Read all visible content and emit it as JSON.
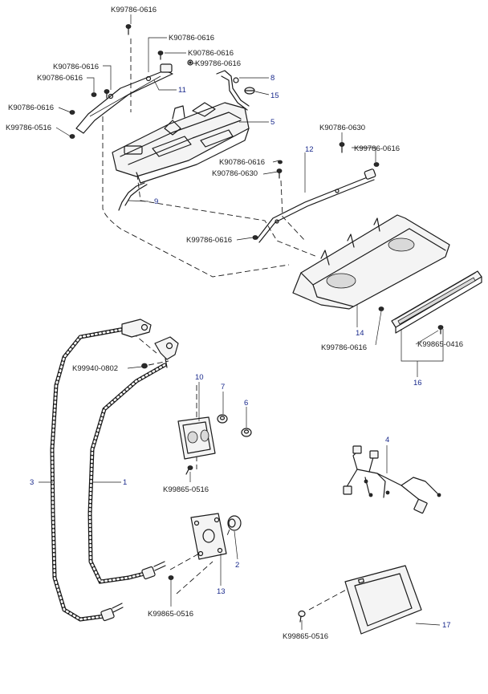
{
  "diagram": {
    "part_numbers": [
      "K99786-0616",
      "K90786-0616",
      "K90786-0616",
      "K99786-0616",
      "K90786-0616",
      "K90786-0616",
      "K90786-0616",
      "K99786-0516",
      "K90786-0630",
      "K99786-0616",
      "K90786-0616",
      "K90786-0630",
      "K99786-0616",
      "K99786-0616",
      "K99865-0416",
      "K99940-0802",
      "K99865-0516",
      "K99865-0516",
      "K99865-0516"
    ],
    "callouts": [
      "11",
      "8",
      "15",
      "5",
      "12",
      "9",
      "14",
      "16",
      "10",
      "7",
      "6",
      "3",
      "1",
      "4",
      "2",
      "13",
      "17"
    ]
  }
}
